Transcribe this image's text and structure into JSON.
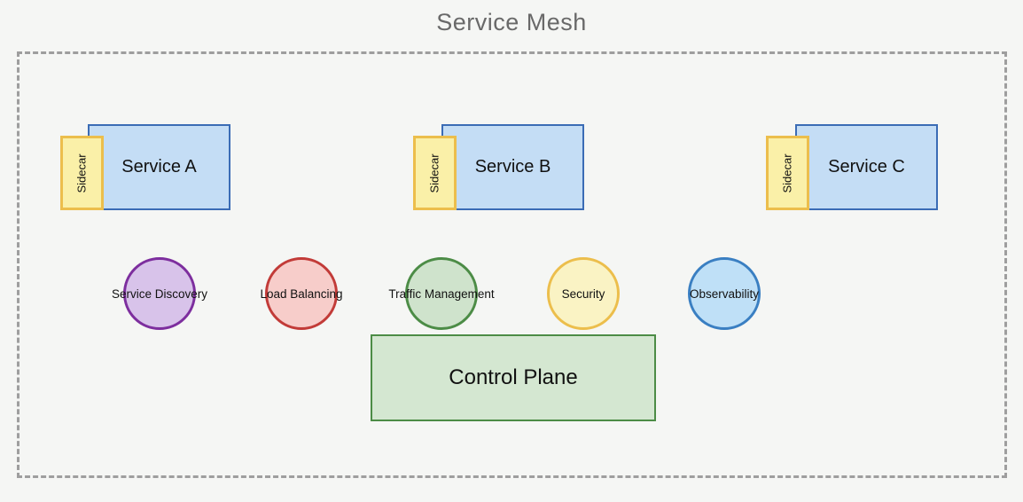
{
  "title": "Service Mesh",
  "colors": {
    "background": "#f5f6f4",
    "title_text": "#696969",
    "outer_border": "#9e9e9e",
    "service_fill": "#c4ddf5",
    "service_border": "#3b6cb5",
    "sidecar_fill": "#faf0a8",
    "sidecar_border": "#ecbe4c",
    "control_fill": "#d4e7d1",
    "control_border": "#4c8c46"
  },
  "services": [
    {
      "label": "Service A",
      "sidecar_label": "Sidecar"
    },
    {
      "label": "Service B",
      "sidecar_label": "Sidecar"
    },
    {
      "label": "Service C",
      "sidecar_label": "Sidecar"
    }
  ],
  "capabilities": [
    {
      "label": "Service Discovery",
      "fill": "#d8c3ea",
      "border": "#7d2e9e"
    },
    {
      "label": "Load Balancing",
      "fill": "#f7cdca",
      "border": "#c23b38"
    },
    {
      "label": "Traffic Management",
      "fill": "#cfe3cc",
      "border": "#4c8c46"
    },
    {
      "label": "Security",
      "fill": "#faf3c4",
      "border": "#ecbe4c"
    },
    {
      "label": "Observability",
      "fill": "#bfe0f7",
      "border": "#3a7fc2"
    }
  ],
  "control_plane": {
    "label": "Control Plane"
  }
}
